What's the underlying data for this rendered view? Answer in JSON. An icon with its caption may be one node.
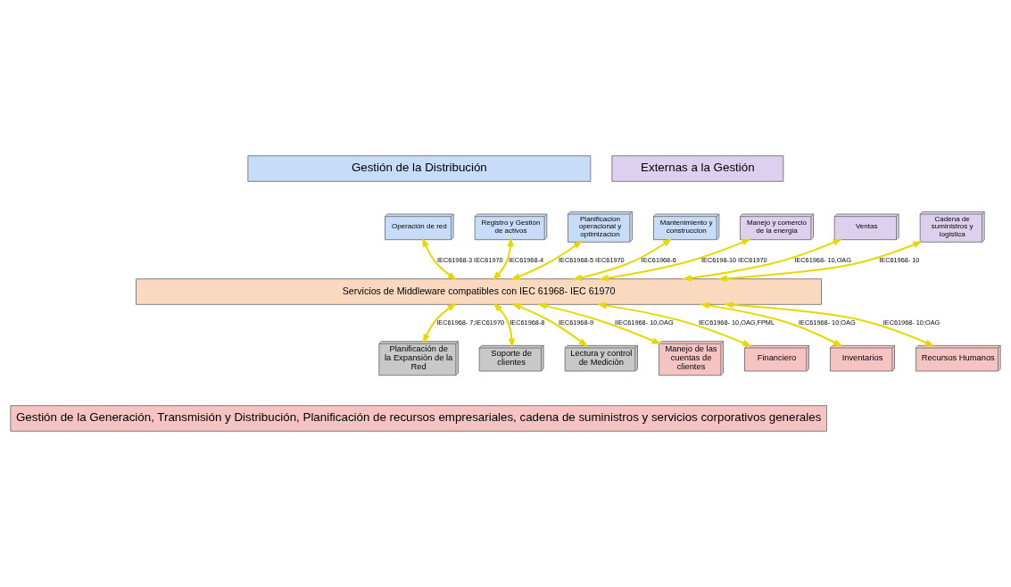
{
  "diagram": {
    "nodes": [
      {
        "text": [
          "Gestión de la Distribución"
        ]
      },
      {
        "text": [
          "Externas a la Gestión"
        ]
      },
      {
        "text": [
          "Operación de red"
        ]
      },
      {
        "text": [
          "Registro y Gestiòn de activos"
        ]
      },
      {
        "text": [
          "Planificacion operacional y optimizacion"
        ]
      },
      {
        "text": [
          "Mantenimiento y construccion"
        ]
      },
      {
        "text": [
          "Manejo y comercio de la energia"
        ]
      },
      {
        "text": [
          "Ventas"
        ]
      },
      {
        "text": [
          "Cadena de suministros y logistica"
        ]
      },
      {
        "text": [
          "Servicios de Middleware compatibles con IEC 61968- IEC 61970"
        ]
      },
      {
        "text": [
          "Planificación de la Expansiòn de la Red"
        ]
      },
      {
        "text": [
          "Soporte de clientes"
        ]
      },
      {
        "text": [
          "Lectura y control de Mediciòn"
        ]
      },
      {
        "text": [
          "Manejo de las cuentas de clientes"
        ]
      },
      {
        "text": [
          "Financiero"
        ]
      },
      {
        "text": [
          "Inventarios"
        ]
      },
      {
        "text": [
          "Recursos Humanos"
        ]
      },
      {
        "text": [
          "Gestión de la Generación, Transmisión y Distribución, Planificación de recursos empresariales, cadena de suministros y servicios corporativos generales"
        ]
      }
    ],
    "edges": [
      {
        "from": 2,
        "to": 9,
        "arrow": "both",
        "label": "IEC61968-3 IEC61970"
      },
      {
        "from": 3,
        "to": 9,
        "arrow": "both",
        "label": "IEC61968-4"
      },
      {
        "from": 4,
        "to": 9,
        "arrow": "both",
        "label": "IEC61968-5 IEC61970"
      },
      {
        "from": 5,
        "to": 9,
        "arrow": "both",
        "label": "IEC61968-6"
      },
      {
        "from": 6,
        "to": 9,
        "arrow": "both",
        "label": "IEC6198-10 IEC61970"
      },
      {
        "from": 7,
        "to": 9,
        "arrow": "both",
        "label": "IEC61968- 10,OAG"
      },
      {
        "from": 8,
        "to": 9,
        "arrow": "both",
        "label": "IEC61968- 10"
      },
      {
        "from": 9,
        "to": 10,
        "arrow": "both",
        "label": "IEC61968- 7;IEC61970"
      },
      {
        "from": 9,
        "to": 11,
        "arrow": "both",
        "label": "IEC61968-8"
      },
      {
        "from": 9,
        "to": 12,
        "arrow": "both",
        "label": "IEC61968-9"
      },
      {
        "from": 9,
        "to": 13,
        "arrow": "both",
        "label": "IIEC61968- 10,OAG"
      },
      {
        "from": 9,
        "to": 14,
        "arrow": "both",
        "label": "IEC61968- 10,OAG,FPML"
      },
      {
        "from": 9,
        "to": 15,
        "arrow": "both",
        "label": "IEC61968- 10;OAG"
      },
      {
        "from": 9,
        "to": 16,
        "arrow": "both",
        "label": "IEC61968- 10;OAG"
      }
    ]
  }
}
